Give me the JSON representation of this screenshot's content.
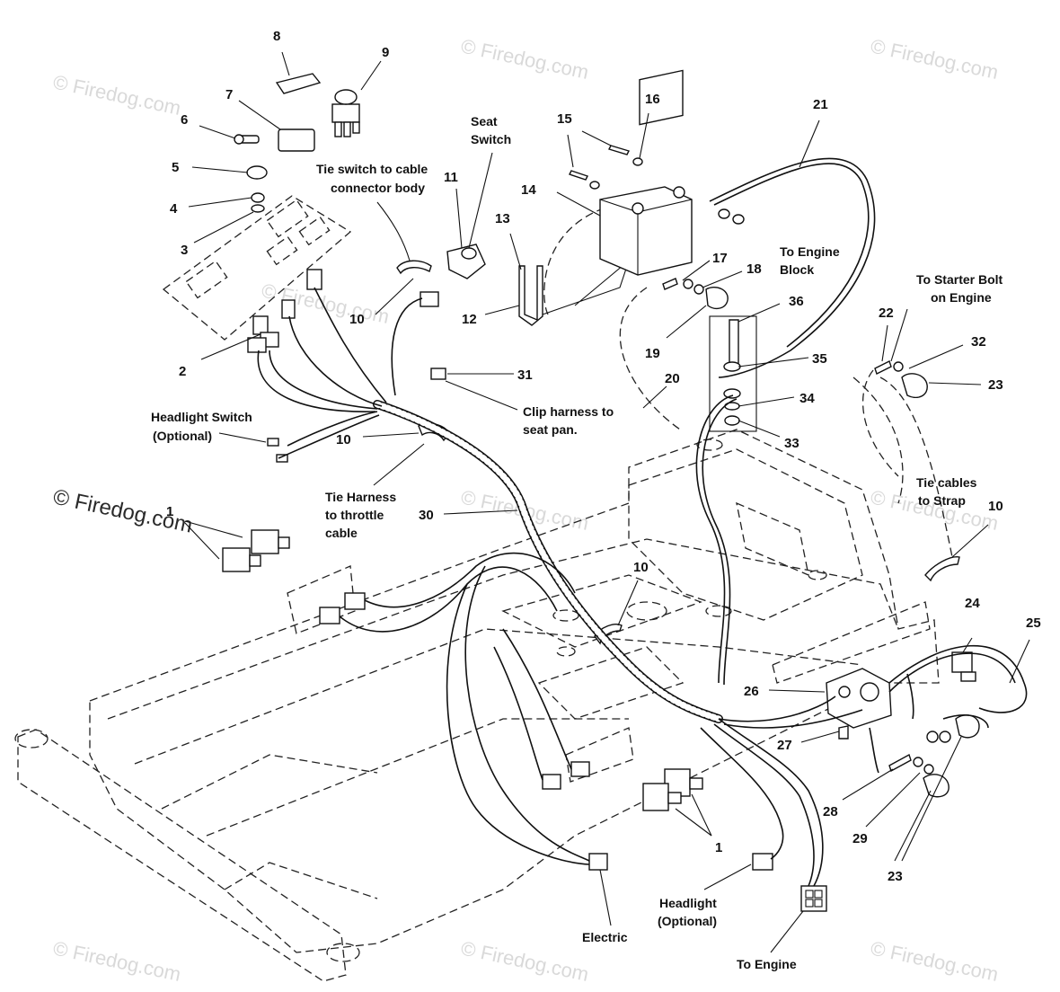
{
  "watermarks": [
    "© Firedog.com",
    "© Firedog.com",
    "© Firedog.com",
    "© Firedog.com",
    "© Firedog.com",
    "© Firedog.com",
    "© Firedog.com",
    "© Firedog.com",
    "© Firedog.com",
    "© Firedog.com"
  ],
  "callouts": [
    {
      "id": "c8",
      "label": "8"
    },
    {
      "id": "c9",
      "label": "9"
    },
    {
      "id": "c7",
      "label": "7"
    },
    {
      "id": "c6",
      "label": "6"
    },
    {
      "id": "c5",
      "label": "5"
    },
    {
      "id": "c4",
      "label": "4"
    },
    {
      "id": "c3",
      "label": "3"
    },
    {
      "id": "c2",
      "label": "2"
    },
    {
      "id": "c10a",
      "label": "10"
    },
    {
      "id": "c10b",
      "label": "10"
    },
    {
      "id": "c10c",
      "label": "10"
    },
    {
      "id": "c10d",
      "label": "10"
    },
    {
      "id": "c11",
      "label": "11"
    },
    {
      "id": "c12",
      "label": "12"
    },
    {
      "id": "c13",
      "label": "13"
    },
    {
      "id": "c14",
      "label": "14"
    },
    {
      "id": "c15",
      "label": "15"
    },
    {
      "id": "c16",
      "label": "16"
    },
    {
      "id": "c17",
      "label": "17"
    },
    {
      "id": "c18",
      "label": "18"
    },
    {
      "id": "c19",
      "label": "19"
    },
    {
      "id": "c20",
      "label": "20"
    },
    {
      "id": "c21",
      "label": "21"
    },
    {
      "id": "c22",
      "label": "22"
    },
    {
      "id": "c23a",
      "label": "23"
    },
    {
      "id": "c23b",
      "label": "23"
    },
    {
      "id": "c24",
      "label": "24"
    },
    {
      "id": "c25",
      "label": "25"
    },
    {
      "id": "c26",
      "label": "26"
    },
    {
      "id": "c27",
      "label": "27"
    },
    {
      "id": "c28",
      "label": "28"
    },
    {
      "id": "c29",
      "label": "29"
    },
    {
      "id": "c30",
      "label": "30"
    },
    {
      "id": "c31",
      "label": "31"
    },
    {
      "id": "c32",
      "label": "32"
    },
    {
      "id": "c33",
      "label": "33"
    },
    {
      "id": "c34",
      "label": "34"
    },
    {
      "id": "c35",
      "label": "35"
    },
    {
      "id": "c36",
      "label": "36"
    },
    {
      "id": "c1a",
      "label": "1"
    },
    {
      "id": "c1b",
      "label": "1"
    }
  ],
  "notes": {
    "seat_switch": [
      "Seat",
      "Switch"
    ],
    "tie_switch": [
      "Tie switch to cable",
      "connector body"
    ],
    "to_engine_block": [
      "To Engine",
      "Block"
    ],
    "to_starter_bolt": [
      "To Starter Bolt",
      "on Engine"
    ],
    "clip_harness": [
      "Clip harness to",
      "seat pan."
    ],
    "headlight_switch": [
      "Headlight Switch",
      "(Optional)"
    ],
    "tie_harness": [
      "Tie Harness",
      "to throttle",
      "cable"
    ],
    "tie_cables": [
      "Tie cables",
      "to Strap"
    ],
    "headlight": [
      "Headlight",
      "(Optional)"
    ],
    "electric": "Electric",
    "to_engine": "To Engine"
  }
}
